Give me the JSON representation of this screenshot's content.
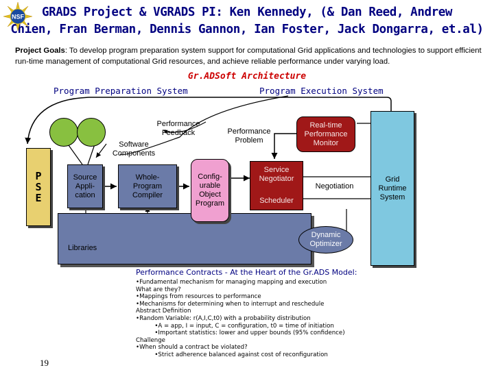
{
  "header": {
    "title_line1": "GRADS Project & VGRADS PI: Ken Kennedy, (& Dan Reed, Andrew",
    "title_line2": "Chien, Fran Berman, Dennis Gannon, Ian Foster, Jack Dongarra, et.al)",
    "logo_text": "NSF"
  },
  "goals": {
    "label": "Project Goals",
    "text": ": To develop program preparation system support for computational Grid applications and technologies to support efficient run-time management of computational Grid resources, and achieve reliable performance under varying load."
  },
  "diagram": {
    "title": "Gr.ADSoft Architecture",
    "sections": {
      "left": "Program Preparation System",
      "right": "Program Execution System"
    },
    "labels": {
      "perf_feedback": "Performance\nFeedback",
      "software_components": "Software\nComponents",
      "perf_problem": "Performance\nProblem",
      "negotiation": "Negotiation"
    },
    "boxes": {
      "pse": "P\nS\nE",
      "source_app": "Source\nAppli-\ncation",
      "whole_program_compiler": "Whole-\nProgram\nCompiler",
      "configurable_object_program": "Config-\nurable\nObject\nProgram",
      "realtime_monitor": "Real-time\nPerformance\nMonitor",
      "service_negotiator": "Service\nNegotiator",
      "scheduler": "Scheduler",
      "grid_runtime": "Grid\nRuntime\nSystem",
      "dynamic_optimizer": "Dynamic\nOptimizer",
      "libraries": "Libraries"
    },
    "colors": {
      "title_blue": "#000080",
      "arch_red": "#cc0000",
      "yellow": "#e8d070",
      "green": "#88c040",
      "slate": "#6b7ba8",
      "pink": "#f0a0d0",
      "darkred": "#a01818",
      "cyan": "#7fc8e0"
    }
  },
  "contracts": {
    "heading": "Performance Contracts - At the Heart of the Gr.ADS Model:",
    "lines": [
      "•Fundamental mechanism for managing mapping and execution",
      "What are they?",
      "•Mappings from resources to performance",
      "•Mechanisms for determining when to interrupt and reschedule",
      "Abstract Definition",
      "•Random Variable: r(A,I,C,t0) with a probability distribution",
      "          •A = app, I = input, C = configuration, t0 = time of initiation",
      "          •Important statistics: lower and upper bounds (95% confidence)",
      "Challenge",
      "•When should a contract be violated?",
      "          •Strict adherence balanced against cost of reconfiguration"
    ]
  },
  "page_number": "19"
}
